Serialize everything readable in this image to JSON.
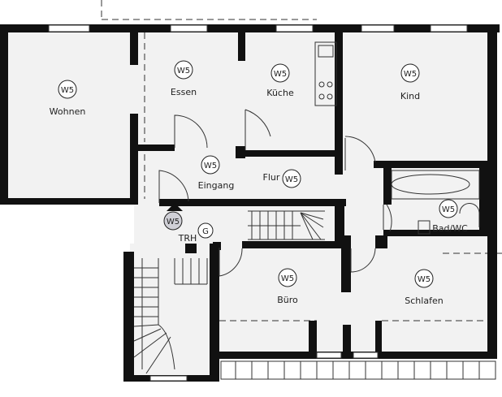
{
  "rooms": {
    "wohnen": {
      "label": "Wohnen",
      "badge": "W5"
    },
    "essen": {
      "label": "Essen",
      "badge": "W5"
    },
    "kueche": {
      "label": "Küche",
      "badge": "W5"
    },
    "kind": {
      "label": "Kind",
      "badge": "W5"
    },
    "eingang": {
      "label": "Eingang",
      "badge": "W5"
    },
    "flur": {
      "label": "Flur",
      "badge": "W5"
    },
    "bad": {
      "label": "Bad/WC",
      "badge": "W5"
    },
    "trh": {
      "label": "TRH",
      "badge": "W5",
      "marker": "G"
    },
    "buero": {
      "label": "Büro",
      "badge": "W5"
    },
    "schlafen": {
      "label": "Schlafen",
      "badge": "W5"
    }
  },
  "colors": {
    "wall": "#111111",
    "floor": "#f2f2f2",
    "badge_fill_trh": "#cfcfd6"
  }
}
